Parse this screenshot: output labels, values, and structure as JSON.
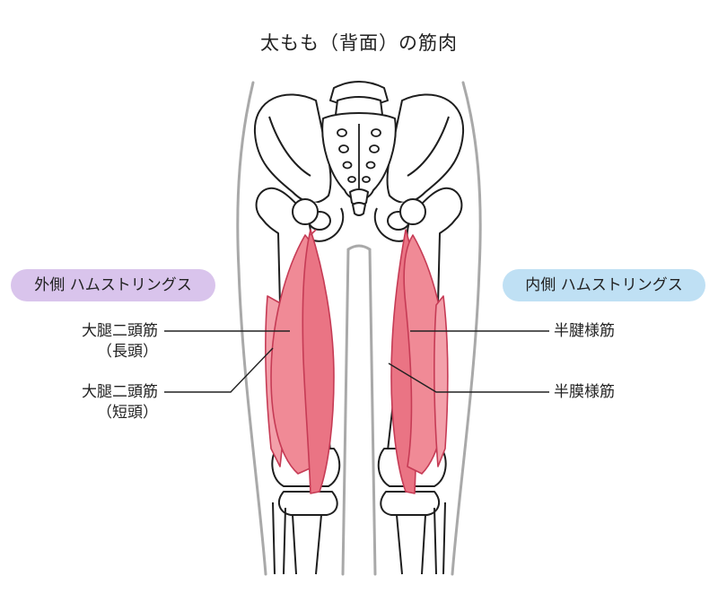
{
  "title": "太もも（背面）の筋肉",
  "groups": {
    "lateral": "外側 ハムストリングス",
    "medial": "内側 ハムストリングス"
  },
  "labels": {
    "biceps_long": "大腿二頭筋",
    "biceps_long_sub": "（長頭）",
    "biceps_short": "大腿二頭筋",
    "biceps_short_sub": "（短頭）",
    "semitendinosus": "半腱様筋",
    "semimembranosus": "半膜様筋"
  },
  "colors": {
    "muscle": "#f08a96",
    "muscle_dark": "#d9546a",
    "bone_outline": "#1e1e1e",
    "skin_outline": "#a9a9a9",
    "lateral_pill": "#d9c4ec",
    "medial_pill": "#bfe0f4"
  }
}
